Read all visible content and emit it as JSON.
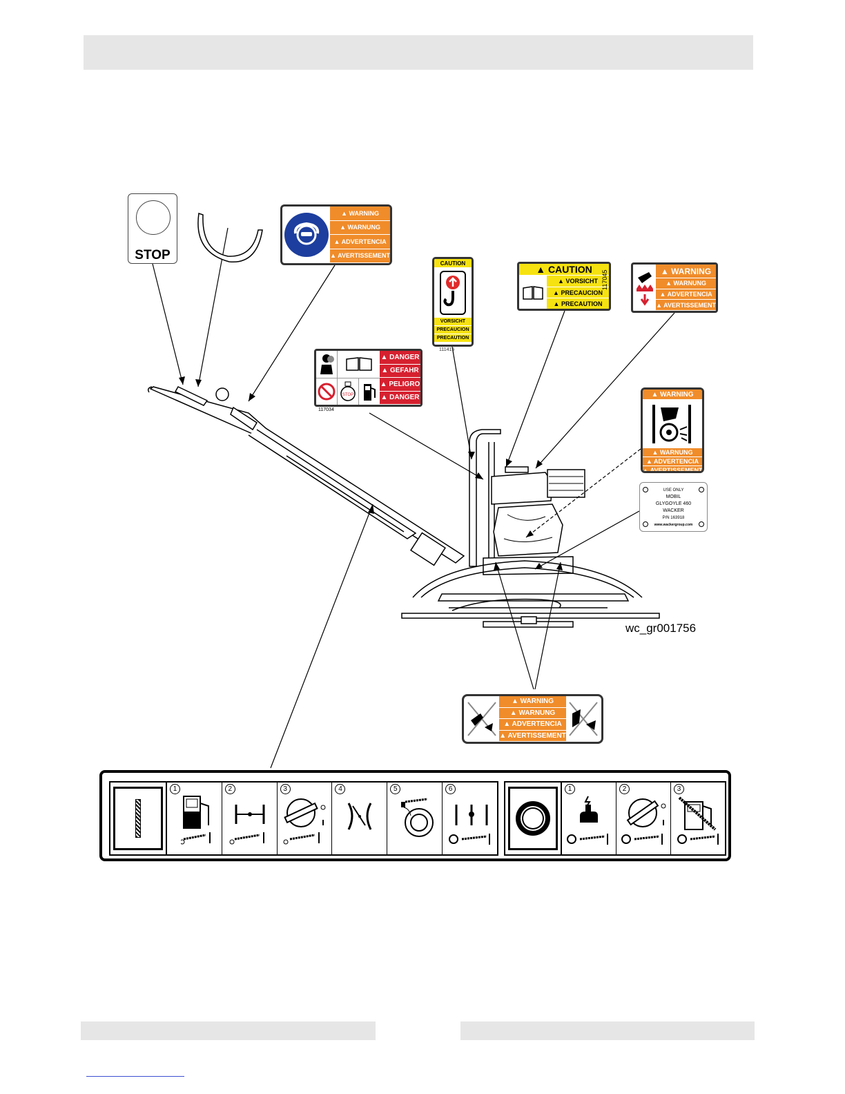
{
  "stop_decal": {
    "label": "STOP"
  },
  "ppe_decal": {
    "lines": [
      "WARNING",
      "WARNUNG",
      "ADVERTENCIA",
      "AVERTISSEMENT"
    ]
  },
  "lift_decal": {
    "top": "CAUTION",
    "lines": [
      "VORSICHT",
      "PRECAUCION",
      "PRECAUTION"
    ],
    "part_no": "111415"
  },
  "caution_decal": {
    "lines": [
      "CAUTION",
      "VORSICHT",
      "PRECAUCION",
      "PRECAUTION"
    ],
    "part_no": "117045"
  },
  "hot_decal": {
    "lines": [
      "WARNING",
      "WARNUNG",
      "ADVERTENCIA",
      "AVERTISSEMENT"
    ]
  },
  "danger_decal": {
    "lines": [
      "DANGER",
      "GEFAHR",
      "PELIGRO",
      "DANGER"
    ],
    "part_no": "117034",
    "stop_icon": "STOP"
  },
  "belt_decal": {
    "lines": [
      "WARNING",
      "WARNUNG",
      "ADVERTENCIA",
      "AVERTISSEMENT"
    ]
  },
  "oil_decal": {
    "lines": [
      "USE ONLY",
      "MOBIL",
      "GLYGOYLE 460",
      "WACKER",
      "P/N 163918",
      "www.wackergroup.com"
    ]
  },
  "blade_decal": {
    "lines": [
      "WARNING",
      "WARNUNG",
      "ADVERTENCIA",
      "AVERTISSEMENT"
    ]
  },
  "graphic_id": "wc_gr001756",
  "operation_strip": {
    "start_steps": [
      "1",
      "2",
      "3",
      "4",
      "5",
      "6"
    ],
    "stop_steps": [
      "1",
      "2",
      "3"
    ]
  },
  "colors": {
    "orange": "#f08c2a",
    "red": "#d6202f",
    "yellow": "#f6e210",
    "blue": "#1d3e9e",
    "band": "#e6e6e6"
  }
}
